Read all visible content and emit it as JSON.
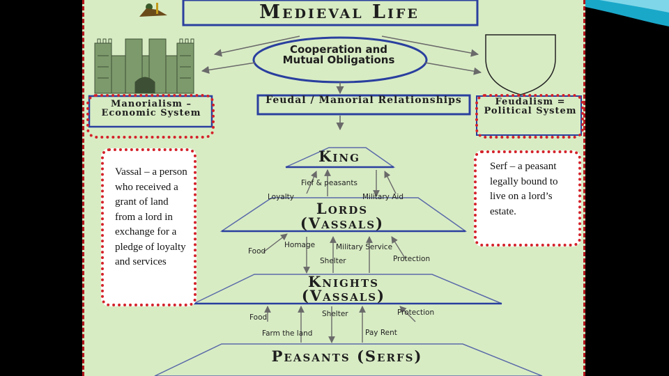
{
  "slide": {
    "title": "Medieval Life",
    "center_concept": "Cooperation and Mutual Obligations",
    "left_box": "Manorialism – Economic System",
    "center_box": "Feudal / Manorial Relationships",
    "right_box": "Feudalism = Political System",
    "levels": {
      "king": "King",
      "lords": "Lords (Vassals)",
      "knights": "Knights (Vassals)",
      "peasants": "Peasants (Serfs)"
    },
    "exchanges": {
      "fief_peasants": "Fief & peasants",
      "loyalty": "Loyalty",
      "military_aid": "Military Aid",
      "food_1": "Food",
      "homage": "Homage",
      "military_service": "Military Service",
      "shelter_1": "Shelter",
      "protection_1": "Protection",
      "food_2": "Food",
      "shelter_2": "Shelter",
      "protection_2": "Protection",
      "farm_land": "Farm the land",
      "pay_rent": "Pay Rent"
    },
    "callouts": {
      "vassal": "Vassal – a person who received a grant of land from a lord in exchange for a pledge of loyalty and services",
      "serf": "Serf – a peasant legally bound to live on a lord’s estate."
    },
    "colors": {
      "board": "#d8ecc4",
      "border_red": "#d4222a",
      "line_blue": "#2a3f9e",
      "swoosh_blue": "#1aa8c9"
    }
  }
}
